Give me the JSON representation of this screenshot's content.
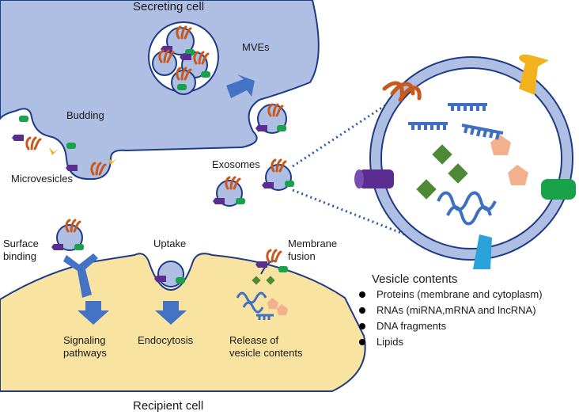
{
  "titles": {
    "secreting_cell": "Secreting cell",
    "recipient_cell": "Recipient cell"
  },
  "labels": {
    "mves": "MVEs",
    "budding": "Budding",
    "microvesicles": "Microvesicles",
    "exosomes": "Exosomes",
    "surface_binding_1": "Surface",
    "surface_binding_2": "binding",
    "uptake": "Uptake",
    "membrane_fusion_1": "Membrane",
    "membrane_fusion_2": "fusion",
    "signaling_1": "Signaling",
    "signaling_2": "pathways",
    "endocytosis": "Endocytosis",
    "release_1": "Release of",
    "release_2": "vesicle contents"
  },
  "legend": {
    "title": "Vesicle contents",
    "items": [
      "Proteins (membrane and cytoplasm)",
      "RNAs (miRNA,mRNA and lncRNA)",
      "DNA fragments",
      "Lipids"
    ]
  },
  "colors": {
    "secreting_cell_fill": "#aebfe3",
    "recipient_cell_fill": "#f8e3a0",
    "membrane": "#1f3b86",
    "arrow": "#4472c4",
    "protein_orange": "#c8581c",
    "protein_purple": "#5c2d91",
    "protein_green": "#1aa24b",
    "protein_yellow": "#f2b21b",
    "protein_cyan": "#29a3d9",
    "dna_green": "#4e8a36",
    "lipid_peach": "#f2b08c",
    "rna_blue": "#3f6fc0"
  }
}
